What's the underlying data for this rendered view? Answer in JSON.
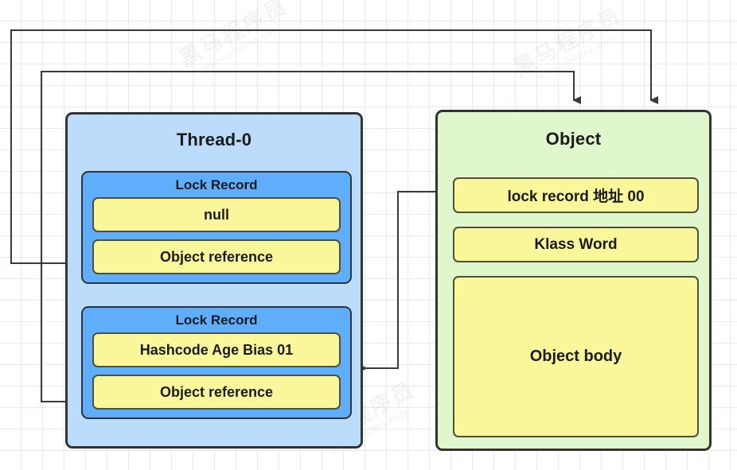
{
  "diagram": {
    "title": "Java object header lock record diagram",
    "background": {
      "grid": true,
      "grid_color": "#eaeaea",
      "page_color": "#ffffff"
    },
    "watermark_big": "黑马程序员",
    "watermark_small": "www.itheima.com"
  },
  "thread_panel": {
    "title": "Thread-0",
    "fill_color": "#bcdcfb",
    "border_color": "#333333",
    "lock_records": [
      {
        "title": "Lock Record",
        "fill_color": "#5eaefc",
        "slots": [
          {
            "label": "null",
            "fill_color": "#faf79a"
          },
          {
            "label": "Object reference",
            "fill_color": "#faf79a"
          }
        ]
      },
      {
        "title": "Lock Record",
        "fill_color": "#5eaefc",
        "slots": [
          {
            "label": "Hashcode Age Bias 01",
            "fill_color": "#faf79a"
          },
          {
            "label": "Object reference",
            "fill_color": "#faf79a"
          }
        ]
      }
    ]
  },
  "object_panel": {
    "title": "Object",
    "fill_color": "#e0f7cd",
    "border_color": "#333333",
    "fields": [
      {
        "label": "lock record 地址 00",
        "fill_color": "#faf79a"
      },
      {
        "label": "Klass Word",
        "fill_color": "#faf79a"
      },
      {
        "label": "Object body",
        "fill_color": "#faf79a"
      }
    ]
  },
  "connectors": [
    {
      "name": "object-reference-0-to-object",
      "from": "Object reference (Lock Record 1)",
      "to": "Object (top)",
      "arrow": "down",
      "stroke": "#3a3a3a"
    },
    {
      "name": "object-reference-1-to-object",
      "from": "Object reference (Lock Record 2)",
      "to": "Object (top)",
      "arrow": "down",
      "stroke": "#3a3a3a"
    },
    {
      "name": "lock-record-address-to-thread",
      "from": "lock record 地址 00",
      "to": "Lock Record 2 (Hashcode Age Bias 01)",
      "arrow": "left",
      "stroke": "#3a3a3a"
    }
  ]
}
